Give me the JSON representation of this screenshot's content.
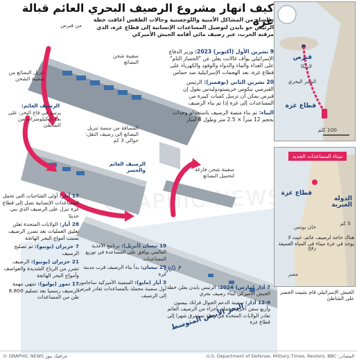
{
  "header": {
    "title": "كيف انهار مشروع الرصيف البحري العائم قبالة غزة",
    "intro": "سلسلة من المشاكل الأمنية واللوجستية وحالات الطقس أعاقت خطة الرئيس جو بايدن لتوصيل المساعدات الإنسانية إلى قطاع غزة، الذي مزقته الحرب، عبر رصيف مائي أقامه الجيش الأميركي"
  },
  "timeline": [
    {
      "date": "9 تشرين الأول (أكتوبر) 2023:",
      "text": "وزير الدفاع الإسرائيلي يوآف غالانت يعلن عن \"الحصار التام\" على الغذاء والماء والدواء والوقود والكهرباء على قطاع غزة، بعد الهجمات الإسرائيلية ضد حماس"
    },
    {
      "date": "20 تشرين الثاني (نوفمبر):",
      "text": "الرئيس القبرصي نيكوس خريستودوليدس يقول إن قبرص يمكن أن ترسل كميات كبيرة من المساعدات إلى غزة إذا تم بناء الرصيف"
    },
    {
      "date": "البناء:",
      "text": "تم بناء منصة الرصيف باستخدام وحدات بحجم 12 متراً × 2.5 متر وطول 6 أمتار"
    }
  ],
  "ship_labels": {
    "cyprus": "من قبرص",
    "cargo_ship": "سفينة شحن البضائع",
    "unload": "تنزيل البضائع من سفينة الشحن",
    "floating_pier": "الرصيف العائم:",
    "floating_pier_desc": "يرسو في قاع البحر، على بعد 5 كيلومترات من الشاطئ",
    "transfer": "المسافة من منصة تنزيل البضائع إلى رصيف النقل: حوالي 3 كم",
    "pier_and_bridge": "الرصيف العائم والجسر",
    "empty_ship": "سفينة شحن فارغة لتحميل البضائع",
    "sea": "البحر الأبيض المتوسط",
    "dist": "560 م"
  },
  "bottom_left": [
    {
      "date": "17 أيار:",
      "text": "أولى الشاحنات التي تحمل المساعدات الإنسانية تصل إلى قطاع غزة تنزل على الرصيف الذي بني حديثا"
    },
    {
      "date": "28 أيار:",
      "text": "الولايات المتحدة تعلن تعليق العمليات بعد تضرر الرصيف بسبب أمواج البحر الهائجة"
    },
    {
      "date": "7 حزيران (يونيو):",
      "text": "تم تصليح الرصيف"
    },
    {
      "date": "21 حزيران (يونيو):",
      "text": "الرصيف تضرر من الرياح الشديدة والعواصف وأمواج البحر الهائجة"
    },
    {
      "date": "17 تموز (يوليو):",
      "text": "تنتهي مهمة الرصيف رسميا بعد تسليم 8.800 طن من المساعدات"
    }
  ],
  "bottom_mid": [
    {
      "date": "19 نيسان (أبريل):",
      "text": "برنامج الأغذية العالمي يوافق على المساعدة في توزيع المساعدات"
    },
    {
      "date": "25 نيسان:",
      "text": "بدأ بناء الرصيف قرب مدينة غزة"
    },
    {
      "date": "3 أيار (مايو):",
      "text": "السفينة الأميركية ساجامور أول سفينة محملة بالمساعدات تغادر قبرص إلى الرصيف"
    },
    {
      "date": "7 آذار (مارس) 2024:",
      "text": "الرئيس بايدن يعلن خطة الجيش الأميركي لبناء رصيف بحري"
    },
    {
      "date": "12-9 آذار:",
      "text": "سفينة الدعم الجوال فرانك بيسون وأربع سفن أخرى محملة بأجزاء من الرصيف العائم تغادر الولايات المتحدة في رحلة تستغرق شهرا إلى قطاع غزة"
    }
  ],
  "map1": {
    "cyprus": "قبرص",
    "larnaca": "لارنكا",
    "corridor": "الممر البحري",
    "gaza_strip": "قطاع غزة",
    "scale": "100 كلم"
  },
  "map2": {
    "port_label": "ميناء المساعدات الجديد",
    "gaza_strip": "قطاع غزة",
    "state": "الدولة العبرية",
    "rafah": "رفح",
    "khan_younis": "خان يونس",
    "scale": "5 كم",
    "egypt": "مصر"
  },
  "right_notes": [
    "هناك حاجة لرصيف عائم، حيث لا يوجد في غزة ميناء في المياه العميقة",
    "الجيش الإسرائيلي قام بتثبيت الجسر على الشاطئ"
  ],
  "footer": {
    "sources": "المصادر: U.S. Department of Defense, Military Times, Reuters, BBC",
    "brand": "© GRAPHIC NEWS جرافيك نيوز"
  },
  "watermark": "GRAPHIC NEWS",
  "colors": {
    "accent": "#e0245e",
    "navy": "#1d3f73",
    "ship": "#9aa4ad",
    "container": "#3a6ea8"
  }
}
